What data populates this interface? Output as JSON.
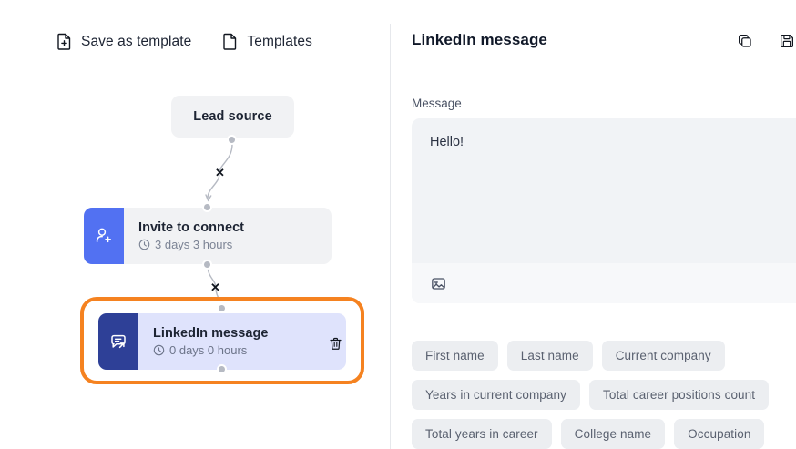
{
  "toolbar": {
    "save_as_template": {
      "label": "Save as template",
      "icon": "file-plus-icon"
    },
    "templates": {
      "label": "Templates",
      "icon": "file-icon"
    }
  },
  "flow": {
    "nodes": [
      {
        "id": "lead-source",
        "title": "Lead source",
        "kind": "source"
      },
      {
        "id": "invite-to-connect",
        "title": "Invite to connect",
        "delay": "3 days 3 hours",
        "icon": "user-plus-icon",
        "icon_bg": "#5271f2",
        "selected": false
      },
      {
        "id": "linkedin-message",
        "title": "LinkedIn message",
        "delay": "0 days 0 hours",
        "icon": "message-send-icon",
        "icon_bg": "#2e4097",
        "selected": true
      }
    ],
    "edges": [
      {
        "from": "lead-source",
        "to": "invite-to-connect",
        "delete_mark": "✕"
      },
      {
        "from": "invite-to-connect",
        "to": "linkedin-message",
        "delete_mark": "✕"
      }
    ],
    "selection_color": "#f58220",
    "delete_node_icon": "trash-icon"
  },
  "panel": {
    "title": "LinkedIn message",
    "actions": [
      {
        "name": "copy-icon",
        "label": "Copy"
      },
      {
        "name": "save-icon",
        "label": "Save"
      }
    ],
    "message_field": {
      "label": "Message",
      "value": "Hello!",
      "placeholder": "",
      "toolbar_icons": [
        {
          "name": "image-icon",
          "label": "Insert image"
        }
      ]
    },
    "variables": [
      "First name",
      "Last name",
      "Current company",
      "Years in current company",
      "Total career positions count",
      "Total years in career",
      "College name",
      "Occupation"
    ]
  }
}
